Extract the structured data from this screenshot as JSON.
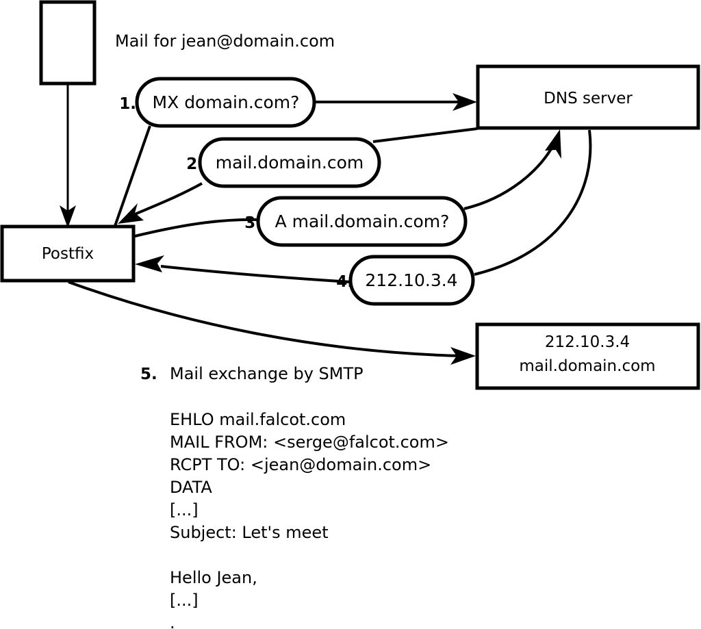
{
  "diagram": {
    "title_label": "Mail for jean@domain.com",
    "nodes": [
      {
        "id": "sender",
        "label": "",
        "kind": "box"
      },
      {
        "id": "postfix",
        "label": "Postfix",
        "kind": "box"
      },
      {
        "id": "dns",
        "label": "DNS server",
        "kind": "box"
      },
      {
        "id": "target",
        "label_line1": "212.10.3.4",
        "label_line2": "mail.domain.com",
        "kind": "box"
      }
    ],
    "steps": [
      {
        "num": "1.",
        "text": "MX domain.com?"
      },
      {
        "num": "2.",
        "text": "mail.domain.com"
      },
      {
        "num": "3.",
        "text": "A mail.domain.com?"
      },
      {
        "num": "4.",
        "text": "212.10.3.4"
      }
    ],
    "step5": {
      "num": "5.",
      "caption": "Mail exchange by SMTP"
    },
    "smtp_transcript": [
      "EHLO mail.falcot.com",
      "MAIL FROM: <serge@falcot.com>",
      "RCPT TO: <jean@domain.com>",
      "DATA",
      "[...]",
      "Subject: Let's meet",
      "",
      "Hello Jean,",
      "[...]",
      "."
    ],
    "colors": {
      "stroke": "#000000",
      "fill": "#ffffff",
      "background": "#ffffff"
    }
  }
}
